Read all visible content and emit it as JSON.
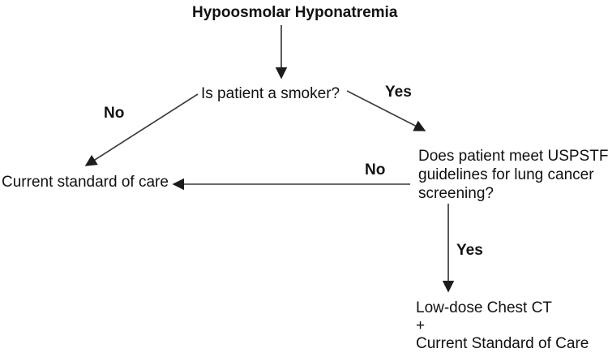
{
  "colors": {
    "background": "#ffffff",
    "text": "#111111",
    "line": "#3d3d3d"
  },
  "flowchart": {
    "root": {
      "label": "Hypoosmolar Hyponatremia"
    },
    "smoker_question": {
      "label": "Is patient a smoker?"
    },
    "standard_of_care": {
      "label": "Current standard of care"
    },
    "uspstf_question": {
      "lines": [
        "Does patient meet USPSTF",
        "guidelines for lung cancer",
        "screening?"
      ]
    },
    "final_plan": {
      "lines": [
        "Low-dose Chest CT",
        "+",
        "Current Standard of Care"
      ]
    },
    "edge_labels": {
      "smoker_no": "No",
      "smoker_yes": "Yes",
      "uspstf_no": "No",
      "uspstf_yes": "Yes"
    }
  }
}
